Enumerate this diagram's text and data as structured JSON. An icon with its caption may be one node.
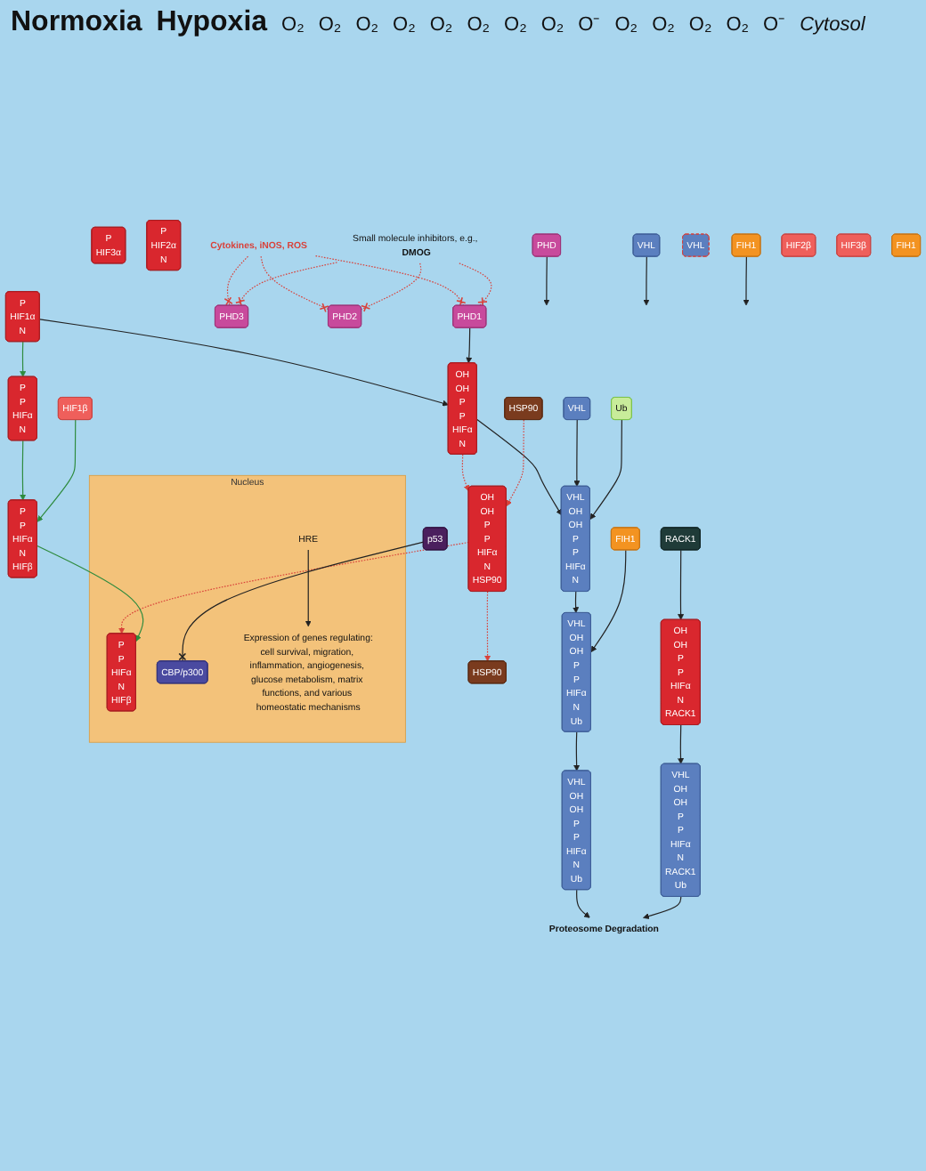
{
  "diagram": {
    "nodes": [
      {
        "text": [
          "P",
          "HIF3α"
        ]
      },
      {
        "text": [
          "P",
          "HIF2α",
          "N"
        ]
      },
      {
        "text": [
          "P",
          "HIF1α",
          "N"
        ]
      },
      {
        "text": [
          "Cytokines, iNOS, ROS"
        ]
      },
      {
        "text": [
          "PHD3"
        ]
      },
      {
        "text": [
          "PHD2"
        ]
      },
      {
        "text": [
          "PHD1"
        ]
      },
      {
        "text": [
          "Small molecule inhibitors, e.g., **DMOG**"
        ]
      },
      {
        "text": [
          "OH",
          "OH",
          "P",
          "P",
          "HIFα",
          "N"
        ]
      },
      {
        "text": [
          "PHD"
        ]
      },
      {
        "text": [
          "VHL"
        ]
      },
      {
        "text": [
          "P",
          "P",
          "HIFα",
          "N"
        ]
      },
      {
        "text": [
          "VHL"
        ]
      },
      {
        "text": [
          "VHL"
        ]
      },
      {
        "text": [
          "FIH1"
        ]
      },
      {
        "text": [
          "HIF2β"
        ]
      },
      {
        "text": [
          "HIF1β"
        ]
      },
      {
        "text": [
          "HIF3β"
        ]
      },
      {
        "text": [
          "HSP90"
        ]
      },
      {
        "text": [
          "RACK1"
        ]
      },
      {
        "text": [
          "VHL",
          "OH",
          "OH",
          "P",
          "P",
          "HIFα",
          "N"
        ]
      },
      {
        "text": [
          "Ub"
        ]
      },
      {
        "text": [
          "P",
          "P",
          "HIFα",
          "N",
          "HIFβ"
        ]
      },
      {
        "text": [
          "OH",
          "OH",
          "P",
          "P",
          "HIFα",
          "N",
          "HSP90"
        ]
      },
      {
        "text": [
          "VHL",
          "OH",
          "OH",
          "P",
          "P",
          "HIFα",
          "N",
          "Ub"
        ]
      },
      {
        "text": [
          "FIH1"
        ]
      },
      {
        "text": [
          "HSP90"
        ]
      },
      {
        "text": [
          "OH",
          "OH",
          "P",
          "P",
          "HIFα",
          "N",
          "RACK1"
        ]
      },
      {
        "text": [
          "Nucleus"
        ]
      },
      {
        "text": [
          "P",
          "P",
          "HIFα",
          "N",
          "HIFβ"
        ],
        "in": 28
      },
      {
        "text": [
          "CBP/p300"
        ],
        "in": 28
      },
      {
        "text": [
          "HRE"
        ],
        "in": 28
      },
      {
        "text": [
          "VHL",
          "OH",
          "OH",
          "P",
          "P",
          "HIFα",
          "N",
          "Ub"
        ]
      },
      {
        "text": [
          "FIH1"
        ]
      },
      {
        "text": [
          "VHL",
          "OH",
          "OH",
          "P",
          "P",
          "HIFα",
          "N",
          "RACK1",
          "Ub"
        ]
      },
      {
        "text": [
          "p53"
        ]
      },
      {
        "text": [
          "Expression of genes regulating:",
          "cell survival, migration, inflammation, angiogenesis, glucose metabolism, matrix functions, and various homeostatic mechanisms"
        ],
        "in": 28
      },
      {
        "text": [
          "Proteosome Degradation"
        ]
      }
    ],
    "edges": [
      {
        "from": 2,
        "to": 8,
        "arrow": "to"
      },
      {
        "from": 2,
        "to": 11,
        "arrow": "to",
        "color": "#2e8b3e"
      },
      {
        "from": 3,
        "to": 4,
        "arrow": "other",
        "style": "dashed",
        "color": "#d9413a"
      },
      {
        "from": 3,
        "to": 5,
        "arrow": "other",
        "style": "dashed",
        "color": "#d9413a"
      },
      {
        "from": 3,
        "to": 6,
        "arrow": "other",
        "style": "dashed",
        "color": "#d9413a"
      },
      {
        "from": 7,
        "to": 4,
        "arrow": "other",
        "style": "dashed",
        "color": "#d9413a"
      },
      {
        "from": 7,
        "to": 5,
        "arrow": "other",
        "style": "dashed",
        "color": "#d9413a"
      },
      {
        "from": 7,
        "to": 6,
        "arrow": "other",
        "style": "dashed",
        "color": "#d9413a"
      },
      {
        "from": 6,
        "to": 8,
        "arrow": "to"
      },
      {
        "from": 9,
        "to": null,
        "arrow": "to"
      },
      {
        "from": 10,
        "to": null,
        "arrow": "to"
      },
      {
        "from": 8,
        "to": 20,
        "arrow": "to"
      },
      {
        "from": 12,
        "to": 20,
        "arrow": "to"
      },
      {
        "from": 14,
        "to": null,
        "arrow": "to"
      },
      {
        "from": 11,
        "to": 22,
        "arrow": "to",
        "color": "#2e8b3e"
      },
      {
        "from": 16,
        "to": 22,
        "arrow": "to",
        "color": "#2e8b3e"
      },
      {
        "from": 21,
        "to": 20,
        "arrow": "to"
      },
      {
        "from": 8,
        "to": 23,
        "arrow": "to",
        "style": "dashed",
        "color": "#d9413a"
      },
      {
        "from": 18,
        "to": 23,
        "arrow": "to",
        "style": "dashed",
        "color": "#d9413a"
      },
      {
        "from": 20,
        "to": 24,
        "arrow": "to"
      },
      {
        "from": 25,
        "to": 24,
        "arrow": "to"
      },
      {
        "from": 23,
        "to": 26,
        "arrow": "to",
        "style": "dashed",
        "color": "#d9413a"
      },
      {
        "from": 23,
        "to": 29,
        "arrow": "to",
        "style": "dashed",
        "color": "#d9413a"
      },
      {
        "from": 22,
        "to": 29,
        "arrow": "to",
        "color": "#2e8b3e"
      },
      {
        "from": 19,
        "to": 27,
        "arrow": "to"
      },
      {
        "from": 24,
        "to": 32,
        "arrow": "to"
      },
      {
        "from": 27,
        "to": 34,
        "arrow": "to"
      },
      {
        "from": 32,
        "to": 37,
        "arrow": "to"
      },
      {
        "from": 34,
        "to": 37,
        "arrow": "to"
      },
      {
        "from": 35,
        "to": 30,
        "arrow": "other"
      },
      {
        "from": 31,
        "to": 36,
        "arrow": "to"
      }
    ],
    "labels": [
      "Normoxia",
      "Hypoxia",
      "O₂",
      "O₂",
      "O₂",
      "O₂",
      "O₂",
      "O₂",
      "O₂",
      "O₂",
      "O⁻",
      "O₂",
      "O₂",
      "O₂",
      "O₂",
      "O⁻",
      "Cytosol"
    ]
  }
}
